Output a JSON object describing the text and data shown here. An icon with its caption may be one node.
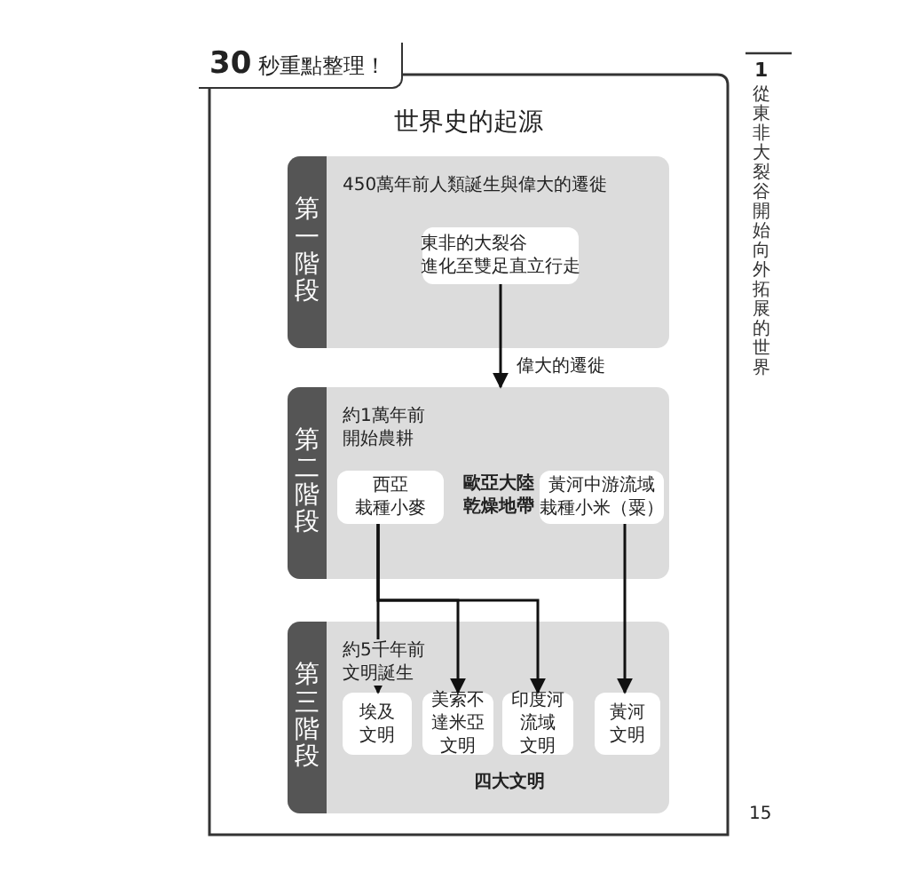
{
  "diagram": {
    "title": "世界史的起源",
    "nodes": [
      {
        "text": [
          "第一階段",
          "450萬年前人類誕生與偉大的遷徙"
        ]
      },
      {
        "text": [
          "東非的大裂谷進化至雙足直立行走"
        ],
        "in": 0
      },
      {
        "text": [
          "第二階段",
          "約1萬年前開始農耕",
          "歐亞大陸乾燥地帶"
        ]
      },
      {
        "text": [
          "西亞栽種小麥"
        ],
        "in": 2
      },
      {
        "text": [
          "黃河中游流域栽種小米（粟）"
        ],
        "in": 2
      },
      {
        "text": [
          "第三階段",
          "約5千年前文明誕生",
          "四大文明"
        ]
      },
      {
        "text": [
          "埃及文明"
        ],
        "in": 5
      },
      {
        "text": [
          "美索不達米亞文明"
        ],
        "in": 5
      },
      {
        "text": [
          "印度河流域文明"
        ],
        "in": 5
      },
      {
        "text": [
          "黃河文明"
        ],
        "in": 5
      }
    ],
    "edges": [
      {
        "from": 1,
        "to": 2,
        "arrow": "to",
        "label": "偉大的遷徙"
      },
      {
        "from": 3,
        "to": 6,
        "arrow": "to"
      },
      {
        "from": 3,
        "to": 7,
        "arrow": "to"
      },
      {
        "from": 3,
        "to": 8,
        "arrow": "to"
      },
      {
        "from": 4,
        "to": 9,
        "arrow": "to"
      }
    ],
    "labels": [
      "**30** 秒重點整理！",
      "1",
      "從東非大裂谷開始向外拓展的世界",
      "15"
    ]
  }
}
